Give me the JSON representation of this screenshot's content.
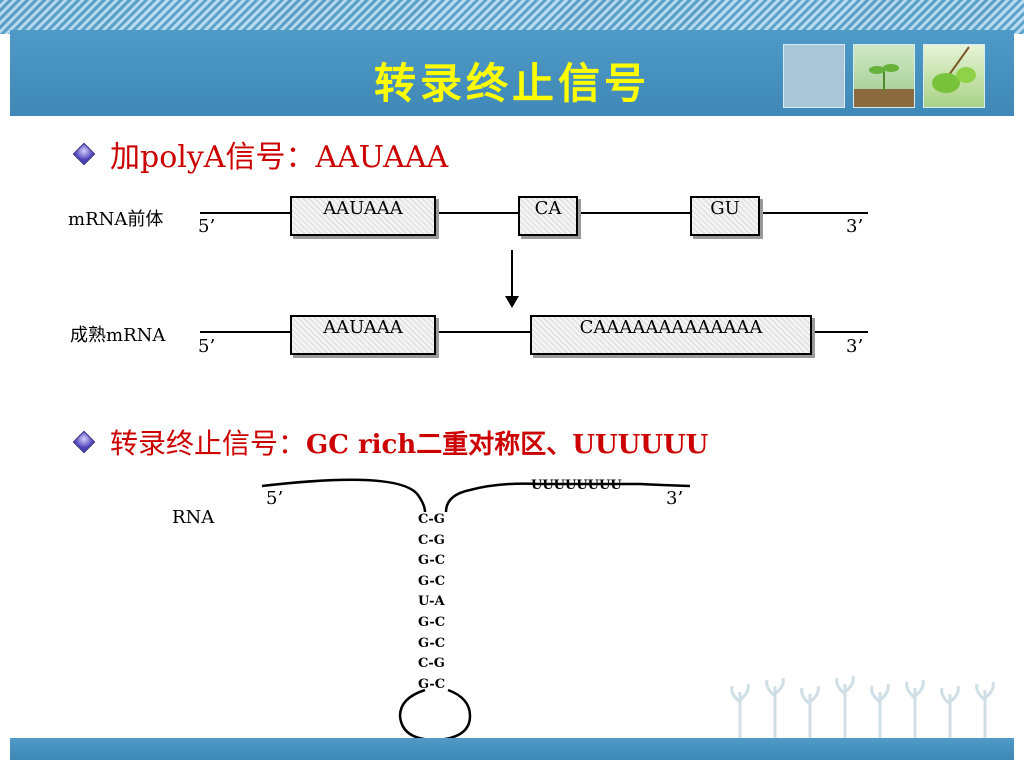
{
  "title": "转录终止信号",
  "bullet1": {
    "text": "加polyA信号：AAUAAA"
  },
  "precursor": {
    "label": "mRNA前体",
    "five": "5’",
    "three": "3’",
    "boxes": [
      "AAUAAA",
      "CA",
      "GU"
    ]
  },
  "mature": {
    "label": "成熟mRNA",
    "five": "5’",
    "three": "3’",
    "boxes": [
      "AAUAAA",
      "CAAAAAAAAAAAAA"
    ]
  },
  "bullet2": {
    "text_zh": "转录终止信号：",
    "text_en": "GC rich二重对称区、UUUUUU"
  },
  "hairpin": {
    "label": "RNA",
    "five": "5’",
    "three": "3’",
    "polyU": "UUUUUUUU",
    "pairs": [
      "C-G",
      "C-G",
      "G-C",
      "G-C",
      "U-A",
      "G-C",
      "G-C",
      "C-G",
      "G-C"
    ]
  },
  "colors": {
    "title": "#ffff00",
    "bullet_text": "#cc0000",
    "header": "#4f9ac6"
  }
}
